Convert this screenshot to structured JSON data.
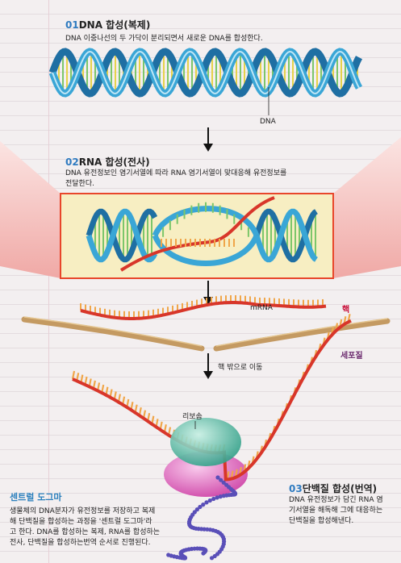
{
  "step1": {
    "number": "01",
    "title": "DNA 합성(복제)",
    "desc": "DNA 이중나선의 두 가닥이 분리되면서 새로운 DNA를 합성한다."
  },
  "dna_label": "DNA",
  "step2": {
    "number": "02",
    "title": "RNA 합성(전사)",
    "desc_line1": "DNA 유전정보인 염기서열에 따라 RNA 염기서열이 맞대응해 유전정보를",
    "desc_line2": "전달한다."
  },
  "mrna_label": "mRNA",
  "nucleus_label": "핵",
  "cytoplasm_label": "세포질",
  "exit_label": "핵 밖으로 이동",
  "ribosome_label": "리보솜",
  "step3": {
    "number": "03",
    "title": "단백질 합성(번역)",
    "desc_line1": "DNA 유전정보가 담긴 RNA 염",
    "desc_line2": "기서열을 해독해 그에 대응하는",
    "desc_line3": "단백질을 합성해낸다."
  },
  "central_dogma": {
    "title": "센트럴 도그마",
    "line1": "생물체의 DNA분자가 유전정보를 저장하고 복제",
    "line2": "해 단백질을 합성하는 과정을 '센트럴 도그마'라",
    "line3": "고 한다. DNA를 합성하는 복제, RNA를 합성하는",
    "line4": "전사, 단백질을 합성하는번역 순서로 진행된다."
  },
  "colors": {
    "dna_blue": "#3aa6d6",
    "dna_green": "#7cc66a",
    "rna_red": "#d8362a",
    "rna_orange": "#f0a64a",
    "box_yellow": "#f7eec2",
    "box_border": "#e8462b",
    "funnel": "#f4c8c6",
    "membrane": "#c49a62",
    "ribosome_top": "#4bb8a0",
    "ribosome_bottom": "#e276c2",
    "protein": "#5a4fb8"
  }
}
